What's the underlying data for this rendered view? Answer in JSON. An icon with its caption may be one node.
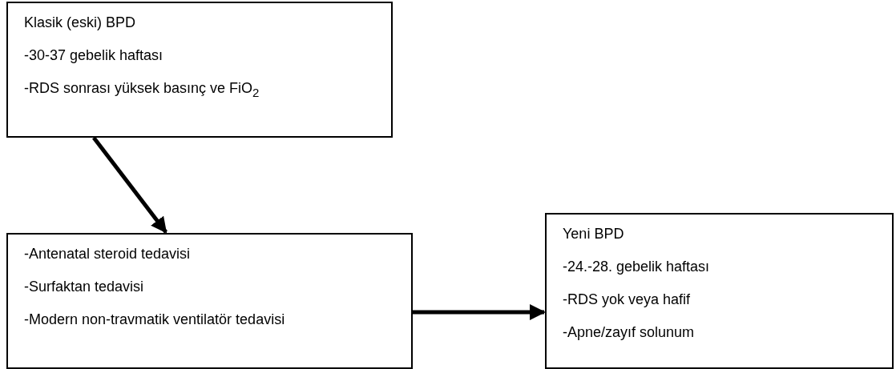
{
  "diagram": {
    "nodes": [
      {
        "text": [
          "Klasik (eski) BPD",
          "-30-37 gebelik haftası",
          "-RDS sonrası yüksek basınç ve  FiO$_{2}$"
        ]
      },
      {
        "text": [
          "-Antenatal steroid tedavisi",
          "-Surfaktan tedavisi",
          "-Modern non-travmatik ventilatör tedavisi"
        ]
      },
      {
        "text": [
          "Yeni BPD",
          "-24.-28. gebelik haftası",
          "-RDS yok veya hafif",
          "-Apne/zayıf solunum"
        ]
      }
    ],
    "edges": [
      {
        "from": 0,
        "to": 1,
        "arrow": "to"
      },
      {
        "from": 1,
        "to": 2,
        "arrow": "to"
      }
    ]
  }
}
